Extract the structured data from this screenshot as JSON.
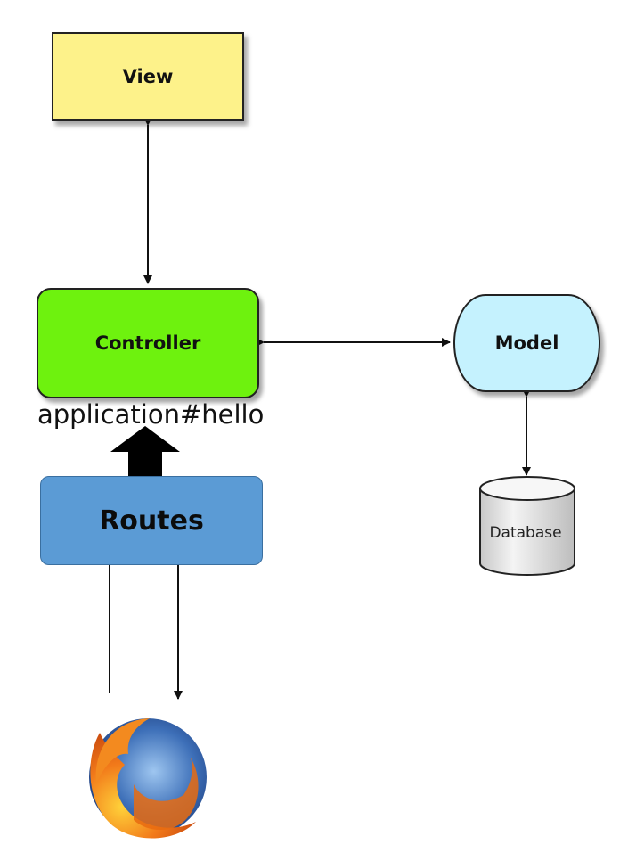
{
  "view": {
    "label": "View"
  },
  "controller": {
    "label": "Controller",
    "action": "application#hello"
  },
  "model": {
    "label": "Model"
  },
  "database": {
    "label": "Database"
  },
  "routes": {
    "label": "Routes"
  },
  "browser": {
    "icon": "firefox-logo-icon"
  },
  "colors": {
    "view": "#fdf28a",
    "controller": "#6ef20e",
    "model": "#c5f2fe",
    "routes": "#5b9bd5"
  }
}
